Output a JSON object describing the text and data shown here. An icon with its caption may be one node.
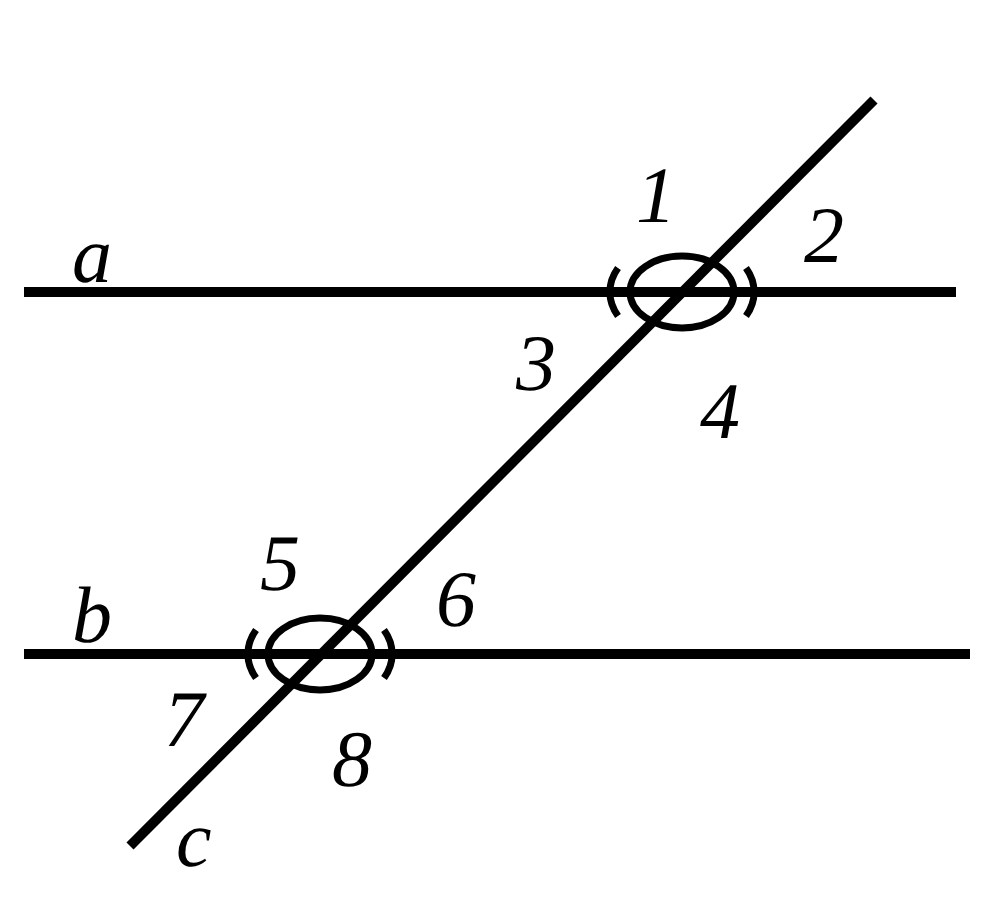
{
  "diagram": {
    "labels": [
      "1",
      "a",
      "2",
      "3",
      "4",
      "5",
      "b",
      "6",
      "7",
      "8",
      "c"
    ]
  }
}
